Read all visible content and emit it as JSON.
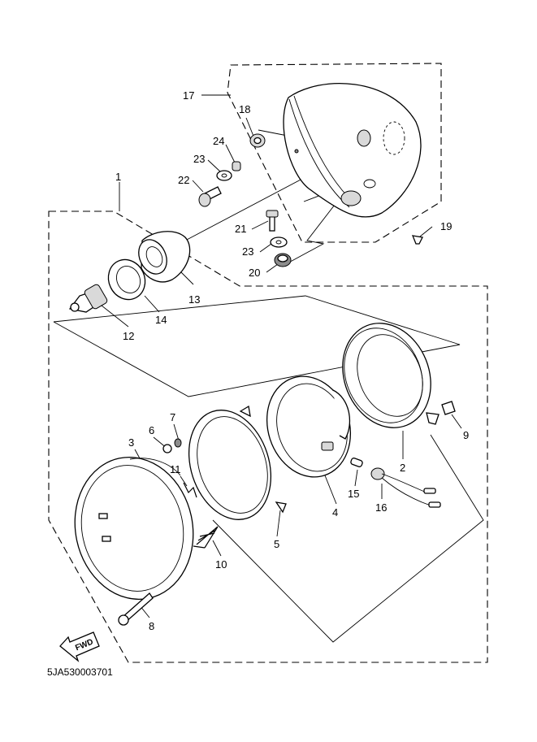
{
  "diagram": {
    "catalog_code": "5JA530003701",
    "fwd_badge": "FWD",
    "callouts": [
      "1",
      "2",
      "3",
      "4",
      "5",
      "6",
      "7",
      "8",
      "9",
      "10",
      "11",
      "12",
      "13",
      "14",
      "15",
      "16",
      "17",
      "18",
      "19",
      "20",
      "21",
      "22",
      "23",
      "23",
      "24"
    ]
  }
}
